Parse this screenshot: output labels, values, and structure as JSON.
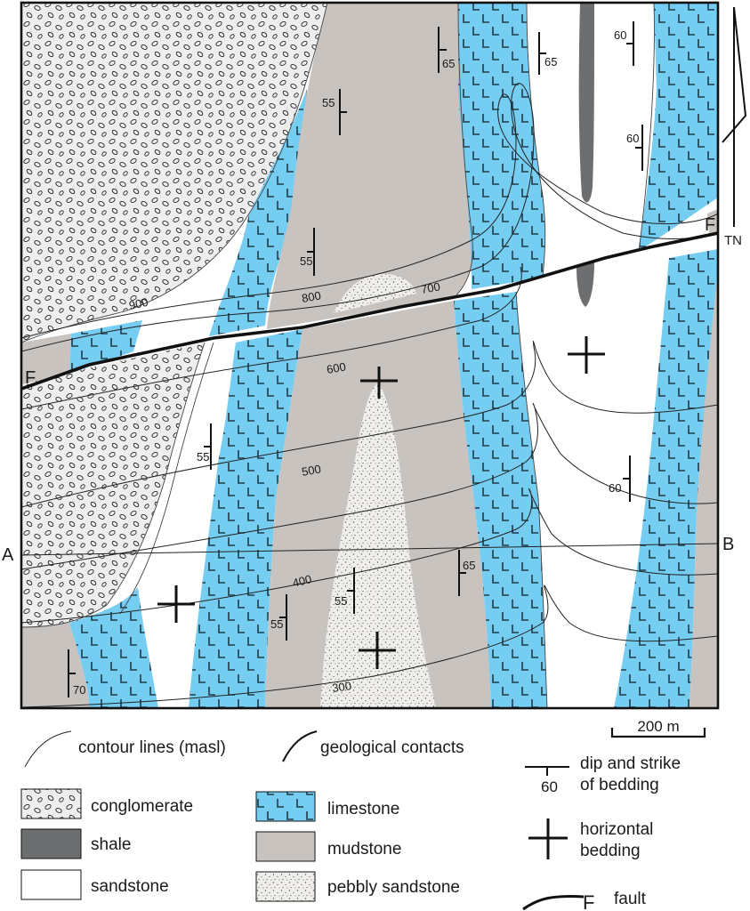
{
  "colors": {
    "conglomerate_fill": "#eeeeee",
    "shale": "#6d6e70",
    "sandstone": "#ffffff",
    "limestone": "#76cdf2",
    "mudstone": "#c8c3be",
    "pebbly_sandstone": "#f0eeea",
    "line": "#1a1a1a"
  },
  "map": {
    "section_start_label": "A",
    "section_end_label": "B",
    "fault_label_left": "F",
    "fault_label_right": "F",
    "north_label": "TN",
    "contours": {
      "c900": "900",
      "c800": "800",
      "c700": "700",
      "c600": "600",
      "c500": "500",
      "c400": "400",
      "c300": "300"
    },
    "dips": {
      "d1": "65",
      "d2": "65",
      "d3": "60",
      "d4": "55",
      "d5": "60",
      "d6": "55",
      "d7": "55",
      "d8": "60",
      "d9": "65",
      "d10": "55",
      "d11": "55",
      "d12": "70"
    },
    "scale_bar_label": "200 m"
  },
  "legend": {
    "contour_lines": "contour lines (masl)",
    "geological_contacts": "geological contacts",
    "dip_strike_line1": "dip and strike",
    "dip_strike_line2": "of bedding",
    "dip_strike_example": "60",
    "horizontal_line1": "horizontal",
    "horizontal_line2": "bedding",
    "fault": "fault",
    "fault_symbol_letter": "F",
    "conglomerate": "conglomerate",
    "shale": "shale",
    "sandstone": "sandstone",
    "limestone": "limestone",
    "mudstone": "mudstone",
    "pebbly_sandstone": "pebbly sandstone"
  }
}
